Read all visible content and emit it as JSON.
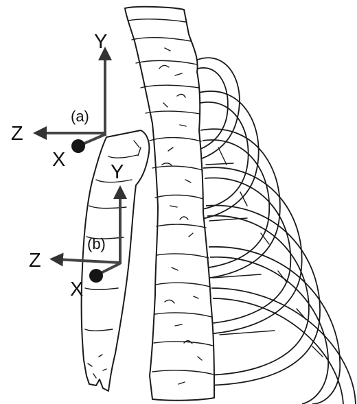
{
  "frames": [
    {
      "id": "a",
      "tag": "(a)",
      "axes": {
        "y": "Y",
        "z": "Z",
        "x": "X"
      }
    },
    {
      "id": "b",
      "tag": "(b)",
      "axes": {
        "y": "Y",
        "z": "Z",
        "x": "X"
      }
    }
  ],
  "colors": {
    "axis": "#444444",
    "arrowhead": "#333333",
    "x_marker": "#151515",
    "bone_outline": "#1a1a1a",
    "background": "#ffffff"
  },
  "icons": {
    "axis_arrow": "arrow-icon",
    "x_axis_marker": "filled-dot-icon"
  }
}
